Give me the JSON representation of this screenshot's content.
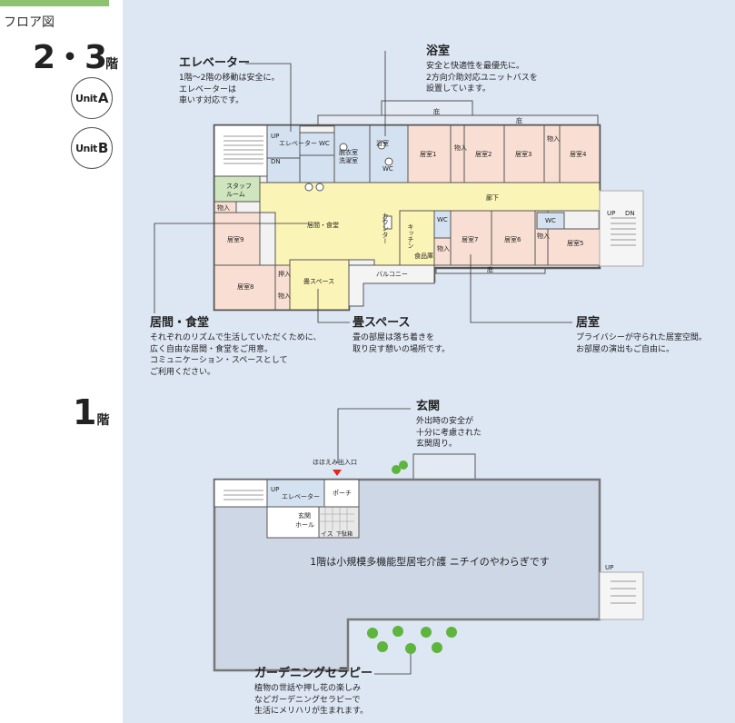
{
  "sidebar": {
    "section_label": "フロア図",
    "upper_floor_num": "2・3",
    "upper_floor_suffix": "階",
    "lower_floor_num": "1",
    "lower_floor_suffix": "階",
    "units": [
      {
        "prefix": "Unit",
        "letter": "A"
      },
      {
        "prefix": "Unit",
        "letter": "B"
      }
    ]
  },
  "upper_plan": {
    "rooms": {
      "elevator": "エレベーター",
      "wc": "WC",
      "changing_laundry_1": "脱衣室",
      "changing_laundry_2": "洗濯室",
      "bath": "浴室",
      "room1": "居室1",
      "room2": "居室2",
      "room3": "居室3",
      "room4": "居室4",
      "room5": "居室5",
      "room6": "居室6",
      "room7": "居室7",
      "room8": "居室8",
      "room9": "居室9",
      "storage": "物入",
      "staff_room_1": "スタッフ",
      "staff_room_2": "ルーム",
      "hallway": "廊下",
      "living_dining": "居間・食堂",
      "counter": "カウンター",
      "kitchen": "キッチン",
      "pantry": "食品庫",
      "closet": "押入",
      "tatami_space": "畳スペース",
      "balcony": "バルコニー",
      "eaves": "庇",
      "stair_up": "UP",
      "stair_dn": "DN"
    },
    "callouts": {
      "elevator": {
        "title": "エレベーター",
        "lines": [
          "1階～2階の移動は安全に。",
          "エレベーターは",
          "車いす対応です。"
        ]
      },
      "bath": {
        "title": "浴室",
        "lines": [
          "安全と快適性を最優先に。",
          "2方向介助対応ユニットバスを",
          "設置しています。"
        ]
      },
      "living": {
        "title": "居間・食堂",
        "lines": [
          "それぞれのリズムで生活していただくために、",
          "広く自由な居間・食堂をご用意。",
          "コミュニケーション・スペースとして",
          "ご利用ください。"
        ]
      },
      "tatami": {
        "title": "畳スペース",
        "lines": [
          "畳の部屋は落ち着きを",
          "取り戻す憩いの場所です。"
        ]
      },
      "room": {
        "title": "居室",
        "lines": [
          "プライバシーが守られた居室空間。",
          "お部屋の演出もご自由に。"
        ]
      }
    }
  },
  "lower_plan": {
    "rooms": {
      "elevator": "エレベーター",
      "porch": "ポーチ",
      "entrance_hall_1": "玄関",
      "entrance_hall_2": "ホール",
      "chair": "イス",
      "shoe_box": "下駄箱",
      "stair_up": "UP",
      "entrance_label": "ほほえみ出入口",
      "main_text": "1階は小規模多機能型居宅介護 ニチイのやわらぎです"
    },
    "callouts": {
      "entrance": {
        "title": "玄関",
        "lines": [
          "外出時の安全が",
          "十分に考慮された",
          "玄関周り。"
        ]
      },
      "garden": {
        "title": "ガーデニングセラピー",
        "lines": [
          "植物の世話や押し花の楽しみ",
          "などガーデニングセラピーで",
          "生活にメリハリが生まれます。"
        ]
      }
    }
  },
  "colors": {
    "background_panel": "#dde6f3",
    "room_pink": "#f9dfd3",
    "common_yellow": "#fbf4b7",
    "service_blue": "#d4e1f0",
    "staff_green": "#cfe5bd",
    "wall": "#555555",
    "entrance_arrow": "#e52420",
    "tree_green": "#5db53d",
    "accent_green": "#8dc26f"
  }
}
